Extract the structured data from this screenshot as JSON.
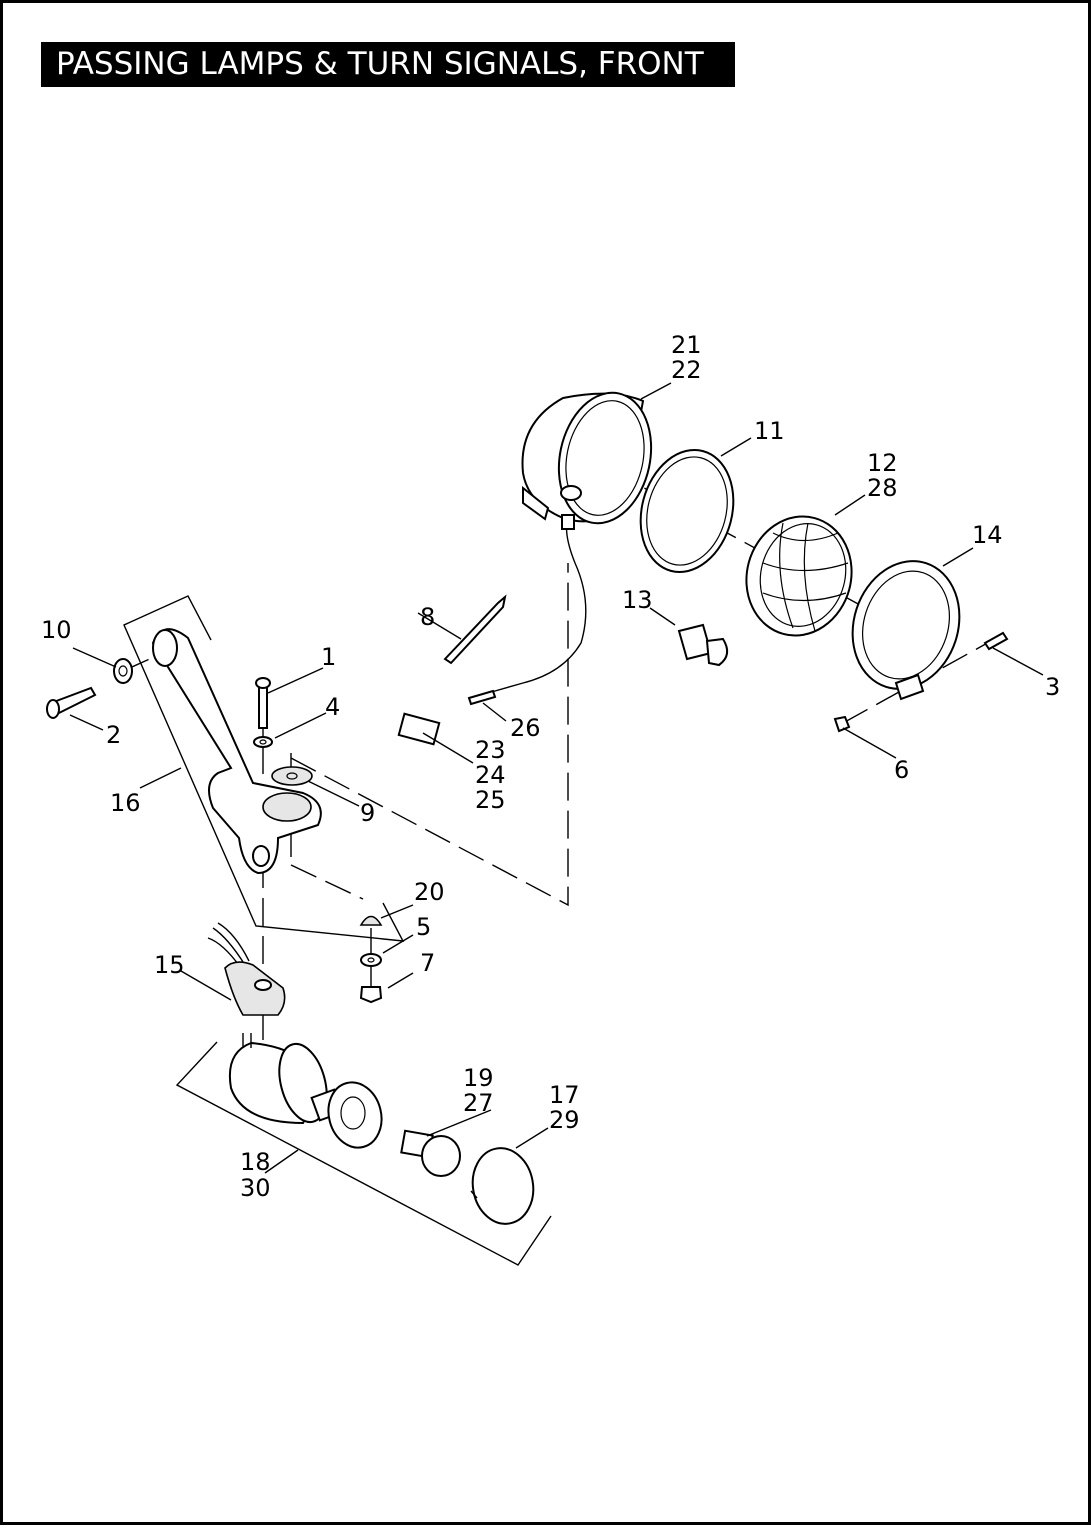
{
  "title": "PASSING LAMPS & TURN SIGNALS, FRONT",
  "callouts": {
    "c1": "1",
    "c2": "2",
    "c3": "3",
    "c4": "4",
    "c5": "5",
    "c6": "6",
    "c7": "7",
    "c8": "8",
    "c9": "9",
    "c10": "10",
    "c11": "11",
    "c12": "12",
    "c28": "28",
    "c13": "13",
    "c14": "14",
    "c15": "15",
    "c16": "16",
    "c17": "17",
    "c29": "29",
    "c18": "18",
    "c30": "30",
    "c19": "19",
    "c27": "27",
    "c20": "20",
    "c21": "21",
    "c22": "22",
    "c23": "23",
    "c24": "24",
    "c25": "25",
    "c26": "26"
  }
}
